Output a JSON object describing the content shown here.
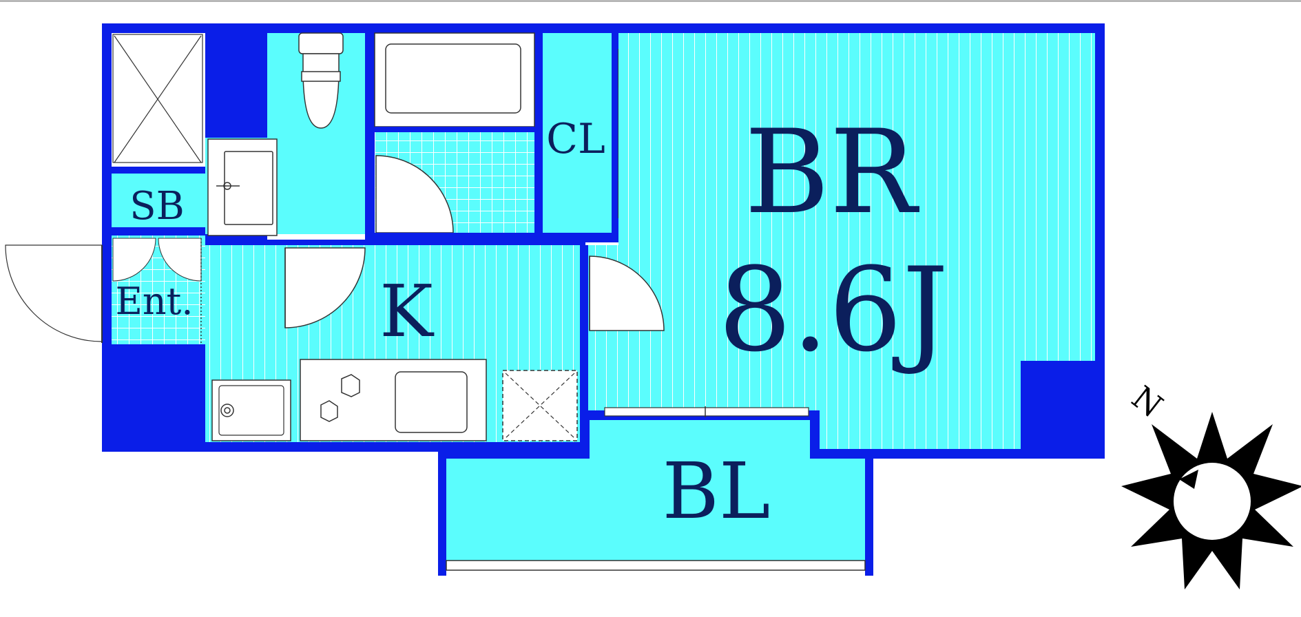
{
  "colors": {
    "wall": "#0a1ee8",
    "floor": "#5bfdfd",
    "floor_line": "#ffffff",
    "label": "#0b1f5c",
    "compass": "#000000"
  },
  "rooms": {
    "bedroom": {
      "name": "BR",
      "size": "8.6J"
    },
    "kitchen": {
      "name": "K"
    },
    "closet": {
      "name": "CL"
    },
    "shoe_box": {
      "name": "SB"
    },
    "entrance": {
      "name": "Ent."
    },
    "balcony": {
      "name": "BL"
    }
  },
  "compass": {
    "label": "N",
    "icon": "north-arrow-sun-icon"
  }
}
